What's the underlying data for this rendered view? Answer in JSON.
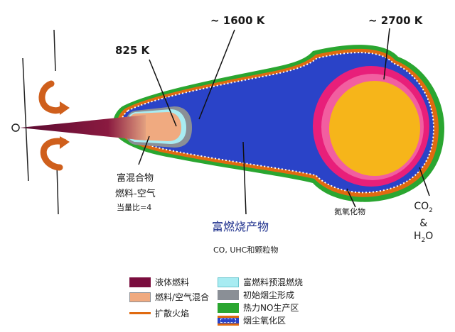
{
  "labels": {
    "temp_825": "825 K",
    "temp_1600": "~ 1600 K",
    "temp_2700": "~ 2700 K",
    "rich_mix_1": "富混合物",
    "rich_mix_2": "燃料-空气",
    "rich_mix_3": "当量比=4",
    "rich_products": "富燃烧产物",
    "products_detail": "CO, UHC和颗粒物",
    "nox": "氮氧化物",
    "co2_1": "CO",
    "co2_sub": "2",
    "amp": "&",
    "h2o_1": "H",
    "h2o_sub": "2",
    "h2o_2": "O"
  },
  "legend": [
    {
      "label": "液体燃料",
      "color": "#7a0d3e"
    },
    {
      "label": "燃料/空气混合",
      "color": "#f0aa80"
    },
    {
      "label": "扩散火焰",
      "color": "#e06a10"
    },
    {
      "label": "富燃料预混燃烧",
      "color": "#a8ecf2"
    },
    {
      "label": "初始烟尘形成",
      "color": "#8a8f96"
    },
    {
      "label": "热力NO生产区",
      "color": "#2aa630"
    },
    {
      "label": "烟尘氧化区",
      "color": "#2a43c8"
    }
  ],
  "colors": {
    "rich_products_blue": "#2a43c8",
    "flame_core_yellow": "#f6b51a",
    "hot_zone_magenta": "#e81f7a",
    "hot_zone_pink": "#f25ea0",
    "rotation_arrow_orange": "#cf5f1c"
  }
}
